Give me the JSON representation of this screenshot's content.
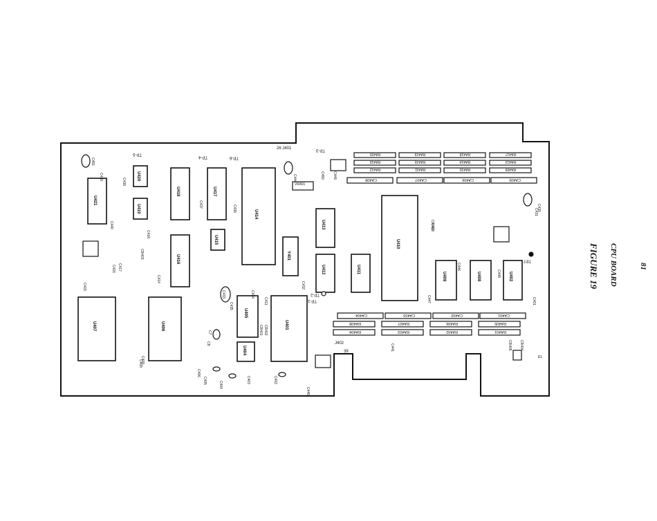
{
  "figure": {
    "title": "FIGURE 19",
    "subtitle": "CPU BOARD",
    "page_number": "81"
  },
  "connectors": {
    "j401": "26 J401",
    "j402": "J402",
    "pin39": "39"
  },
  "test_points": [
    "TP-5",
    "TP-4",
    "TP-6",
    "TP-3",
    "TP-1",
    "TP-2",
    "TP7"
  ],
  "ics": [
    {
      "ref": "U421"
    },
    {
      "ref": "U420"
    },
    {
      "ref": "U419"
    },
    {
      "ref": "U418"
    },
    {
      "ref": "U417"
    },
    {
      "ref": "U416"
    },
    {
      "ref": "U415"
    },
    {
      "ref": "U414"
    },
    {
      "ref": "U413"
    },
    {
      "ref": "U412"
    },
    {
      "ref": "U411"
    },
    {
      "ref": "U410"
    },
    {
      "ref": "U409"
    },
    {
      "ref": "U408"
    },
    {
      "ref": "U407"
    },
    {
      "ref": "U406"
    },
    {
      "ref": "U405"
    },
    {
      "ref": "U404"
    },
    {
      "ref": "U403"
    },
    {
      "ref": "U402"
    },
    {
      "ref": "Y401"
    }
  ],
  "resistor_arrays_top": [
    "RA420",
    "RA419",
    "RA418",
    "RA417",
    "RA416",
    "RA415",
    "RA414",
    "RA413",
    "RA412",
    "RA411",
    "RA410",
    "RA409"
  ],
  "cap_arrays_top": [
    "CA408",
    "CA407",
    "CA406",
    "CA405"
  ],
  "cap_arrays_bottom": [
    "CA404",
    "CA403",
    "CA402",
    "CA401"
  ],
  "resistor_arrays_bottom": [
    "RA408",
    "RA407",
    "RA406",
    "RA405",
    "RA404",
    "RA403",
    "RA402",
    "RA401"
  ],
  "caps": [
    "C451",
    "C439",
    "C438",
    "C437",
    "C436",
    "C440",
    "C418",
    "C417",
    "C416",
    "C415",
    "C414",
    "C433",
    "C435",
    "C434",
    "C410",
    "C411",
    "C432",
    "C444",
    "C449",
    "C450",
    "C448",
    "C431",
    "C430",
    "C446",
    "C447",
    "C401",
    "C441",
    "C406",
    "C405",
    "C404",
    "C403",
    "C402",
    "C445",
    "C7",
    "C8",
    "C409",
    "C408"
  ],
  "diodes": [
    "CR403",
    "CR410",
    "CR401",
    "CR402",
    "CR404",
    "CR405"
  ],
  "misc": [
    "VR401",
    "E1"
  ]
}
